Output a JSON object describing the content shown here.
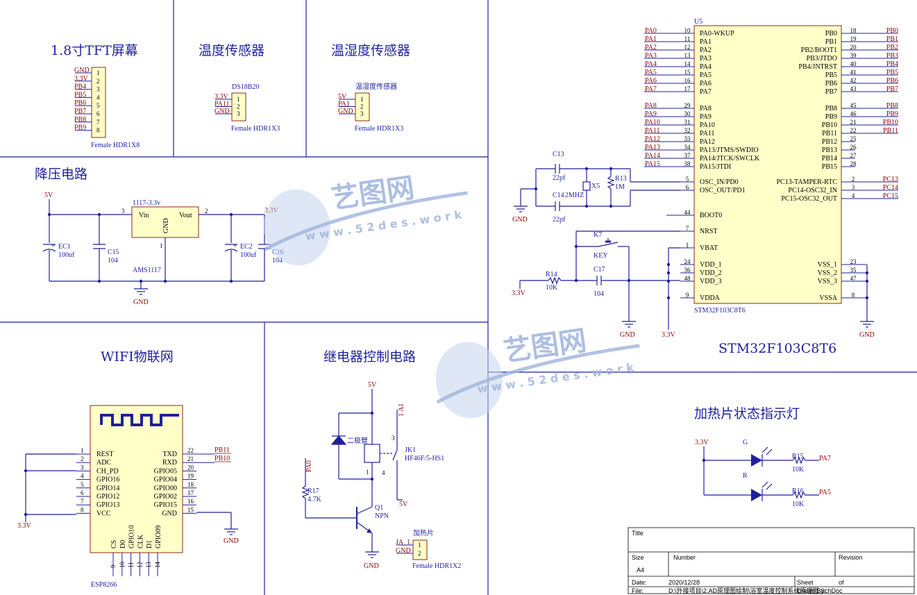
{
  "sections": {
    "tft": "1.8寸TFT屏幕",
    "temp": "温度传感器",
    "humid": "温湿度传感器",
    "buck": "降压电路",
    "wifi": "WIFI物联网",
    "relay": "继电器控制电路",
    "led": "加热片状态指示灯",
    "mcu": "STM32F103C8T6"
  },
  "tft": {
    "nets": [
      "GND",
      "3.3V",
      "PB4",
      "PB5",
      "PB6",
      "PB7",
      "PB8",
      "PB9"
    ],
    "pins": [
      "1",
      "2",
      "3",
      "4",
      "5",
      "6",
      "7",
      "8"
    ],
    "part": "Female HDR1X8"
  },
  "ds18b20": {
    "ref": "DS18B20",
    "nets": [
      "3.3V",
      "PA11",
      "GND"
    ],
    "pins": [
      "1",
      "2",
      "3"
    ],
    "part": "Female HDR1X3"
  },
  "dht": {
    "ref": "温湿度传感器",
    "nets": [
      "5V",
      "PA1",
      "GND"
    ],
    "pins": [
      "1",
      "2",
      "3"
    ],
    "part": "Female HDR1X3"
  },
  "buck": {
    "in_net": "5V",
    "out_net": "3.3V",
    "reg_name": "1117-3.3v",
    "reg_part": "AMS1117",
    "vin": "Vin",
    "vout": "Vout",
    "gnd": "GND",
    "pin_in": "3",
    "pin_out": "2",
    "pin_gnd": "1",
    "ec1": "EC1",
    "ec1_val": "100uf",
    "c15": "C15",
    "c15_val": "104",
    "ec2": "EC2",
    "ec2_val": "100uf",
    "c16": "C16",
    "c16_val": "104",
    "gnd_lbl": "GND"
  },
  "esp": {
    "ref": "ESP8266",
    "left_pins": [
      {
        "num": "1",
        "name": "REST"
      },
      {
        "num": "2",
        "name": "ADC"
      },
      {
        "num": "3",
        "name": "CH_PD"
      },
      {
        "num": "4",
        "name": "GPIO16"
      },
      {
        "num": "5",
        "name": "GPIO14"
      },
      {
        "num": "6",
        "name": "GPIO12"
      },
      {
        "num": "7",
        "name": "GPIO13"
      },
      {
        "num": "8",
        "name": "VCC"
      }
    ],
    "right_pins": [
      {
        "num": "22",
        "name": "TXD"
      },
      {
        "num": "21",
        "name": "RXD"
      },
      {
        "num": "20",
        "name": "GPIO05"
      },
      {
        "num": "19",
        "name": "GPIO04"
      },
      {
        "num": "18",
        "name": "GPIO00"
      },
      {
        "num": "17",
        "name": "GPIO02"
      },
      {
        "num": "16",
        "name": "GPIO15"
      },
      {
        "num": "15",
        "name": "GND"
      }
    ],
    "bottom_pins": [
      {
        "num": "9",
        "name": "CS"
      },
      {
        "num": "10",
        "name": "D0"
      },
      {
        "num": "11",
        "name": "GPIO10"
      },
      {
        "num": "12",
        "name": "CLK"
      },
      {
        "num": "13",
        "name": "D1"
      },
      {
        "num": "14",
        "name": "GPIO09"
      }
    ],
    "txd_net": "PB11",
    "rxd_net": "PB10",
    "vcc_net": "3.3V",
    "gnd_lbl": "GND"
  },
  "relay": {
    "vcc": "5V",
    "diode": "二极管",
    "jk": "JK1",
    "jk_part": "HF46F/5-HS1",
    "pin3": "3",
    "pin4": "4",
    "pin1": "1",
    "com_net": "1 A1",
    "no_net": "5V",
    "ctrl_net": "PA0",
    "r17": "R17",
    "r17_val": "4.7K",
    "q1": "Q1",
    "q1_type": "NPN",
    "gnd_lbl": "GND",
    "heater": "加热片",
    "heater_nets": [
      "JA_1",
      "GND"
    ],
    "heater_pins": [
      "1",
      "2"
    ],
    "heater_part": "Female HDR1X2"
  },
  "led": {
    "vcc": "3.3V",
    "g": "G",
    "r": "R",
    "r15": "R15",
    "r15_val": "10K",
    "r16": "R16",
    "r16_val": "10K",
    "net1": "PA7",
    "net2": "PA5"
  },
  "mcu": {
    "ref": "U5",
    "part": "STM32F103C8T6",
    "left_a": [
      {
        "net": "PA0",
        "num": "10",
        "name": "PA0-WKUP"
      },
      {
        "net": "PA1",
        "num": "11",
        "name": "PA1"
      },
      {
        "net": "PA2",
        "num": "12",
        "name": "PA2"
      },
      {
        "net": "PA3",
        "num": "13",
        "name": "PA3"
      },
      {
        "net": "PA4",
        "num": "14",
        "name": "PA4"
      },
      {
        "net": "PA5",
        "num": "15",
        "name": "PA5"
      },
      {
        "net": "PA6",
        "num": "16",
        "name": "PA6"
      },
      {
        "net": "PA7",
        "num": "17",
        "name": "PA7"
      }
    ],
    "left_b": [
      {
        "net": "PA8",
        "num": "29",
        "name": "PA8"
      },
      {
        "net": "PA9",
        "num": "30",
        "name": "PA9"
      },
      {
        "net": "PA10",
        "num": "31",
        "name": "PA10"
      },
      {
        "net": "PA11",
        "num": "32",
        "name": "PA11"
      },
      {
        "net": "PA12",
        "num": "33",
        "name": "PA12"
      },
      {
        "net": "PA13",
        "num": "34",
        "name": "PA13/JTMS/SWDIO"
      },
      {
        "net": "PA14",
        "num": "37",
        "name": "PA14/JTCK/SWCLK"
      },
      {
        "net": "PA15",
        "num": "38",
        "name": "PA15/JTDI"
      }
    ],
    "left_c": [
      {
        "num": "5",
        "name": "OSC_IN/PD0"
      },
      {
        "num": "6",
        "name": "OSC_OUT/PD1"
      },
      {
        "num": "44",
        "name": "BOOT0"
      },
      {
        "num": "7",
        "name": "NRST"
      },
      {
        "num": "1",
        "name": "VBAT"
      },
      {
        "num": "24",
        "name": "VDD_1"
      },
      {
        "num": "36",
        "name": "VDD_2"
      },
      {
        "num": "48",
        "name": "VDD_3"
      },
      {
        "num": "9",
        "name": "VDDA"
      }
    ],
    "right_a": [
      {
        "net": "PB0",
        "num": "18",
        "name": "PB0"
      },
      {
        "net": "PB1",
        "num": "19",
        "name": "PB1"
      },
      {
        "net": "PB2",
        "num": "20",
        "name": "PB2/BOOT1"
      },
      {
        "net": "PB3",
        "num": "39",
        "name": "PB3/JTDO"
      },
      {
        "net": "PB4",
        "num": "40",
        "name": "PB4/JNTRST"
      },
      {
        "net": "PB5",
        "num": "41",
        "name": "PB5"
      },
      {
        "net": "PB6",
        "num": "42",
        "name": "PB6"
      },
      {
        "net": "PB7",
        "num": "43",
        "name": "PB7"
      }
    ],
    "right_b": [
      {
        "net": "PB8",
        "num": "45",
        "name": "PB8"
      },
      {
        "net": "PB9",
        "num": "46",
        "name": "PB9"
      },
      {
        "net": "PB10",
        "num": "21",
        "name": "PB10"
      },
      {
        "net": "PB11",
        "num": "22",
        "name": "PB11"
      },
      {
        "net": "",
        "num": "25",
        "name": "PB12"
      },
      {
        "net": "",
        "num": "26",
        "name": "PB13"
      },
      {
        "net": "",
        "num": "27",
        "name": "PB14"
      },
      {
        "net": "",
        "num": "28",
        "name": "PB15"
      }
    ],
    "right_c": [
      {
        "net": "PC13",
        "num": "2",
        "name": "PC13-TAMPER-RTC"
      },
      {
        "net": "PC14",
        "num": "3",
        "name": "PC14-OSC32_IN"
      },
      {
        "net": "PC15",
        "num": "4",
        "name": "PC15-OSC32_OUT"
      }
    ],
    "right_d": [
      {
        "num": "23",
        "name": "VSS_1"
      },
      {
        "num": "35",
        "name": "VSS_2"
      },
      {
        "num": "47",
        "name": "VSS_3"
      },
      {
        "num": "8",
        "name": "VSSA"
      }
    ],
    "c13": "C13",
    "c13_val": "22pf",
    "c14": "C14",
    "c14_val": "22pf",
    "x5": "X5",
    "x5_val": "2MHZ",
    "r13": "R13",
    "r13_val": "1M",
    "k7": "K7",
    "k7_name": "KEY",
    "r14": "R14",
    "r14_val": "10K",
    "c17": "C17",
    "c17_val": "104",
    "vcc_net": "3.3V",
    "gnd_lbl": "GND"
  },
  "watermark": {
    "cn": "艺图网",
    "url": "w w w . 5 2 d e s . w o r k"
  },
  "title_block": {
    "title": "Title",
    "size": "Size",
    "size_val": "A4",
    "number": "Number",
    "revision": "Revision",
    "date": "Date:",
    "date_val": "2020/12/28",
    "sheet": "Sheet",
    "of": "of",
    "file": "File:",
    "file_val": "D:\\外接项目\\2.AD原理图绘制\\浴室温度控制系统原理图.SchDoc",
    "drawn": "Drawn By:"
  }
}
